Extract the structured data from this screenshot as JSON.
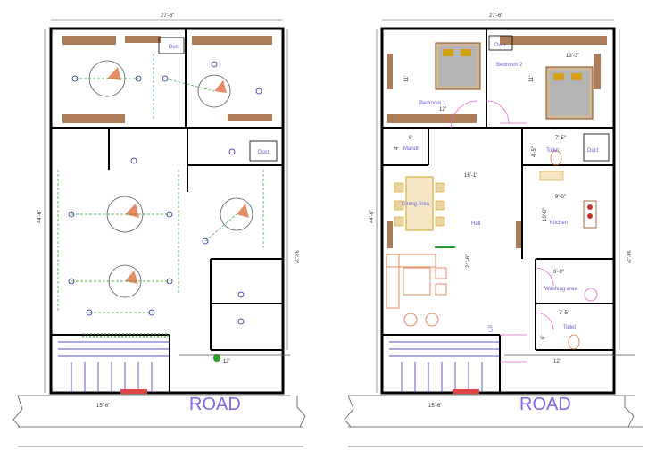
{
  "left_plan": {
    "top_width": "27'-6\"",
    "side_length": "44'-6\"",
    "right_length": "38'-2\"",
    "bottom_width": "15'-6\"",
    "setback": "12'",
    "duct_top": "Duct",
    "duct_mid": "Duct",
    "road_label": "ROAD"
  },
  "right_plan": {
    "top_width": "27'-6\"",
    "side_length": "44'-6\"",
    "right_length": "38'-2\"",
    "bottom_width": "15'-6\"",
    "setback": "12'",
    "rooms": {
      "bedroom1": "Bedroom 1",
      "bedroom2": "Bedroom 2",
      "mandir": "Mandir",
      "dining": "Dining Area",
      "hall": "Hall",
      "kitchen": "Kitchen",
      "toilet1": "Toilet",
      "toilet2": "Toilet",
      "washing": "Washing area",
      "duct1": "Duct",
      "duct2": "Duct",
      "up": "UP"
    },
    "dims": {
      "bed1_w": "11'",
      "bed1_h": "12'",
      "bed2_h": "11'",
      "bed2_w": "13'-3\"",
      "mandir_w": "6'",
      "mandir_h": "4'",
      "hall_w": "16'-1\"",
      "hall_h": "21'-6\"",
      "kitchen_w": "9'-6\"",
      "kitchen_h": "10'-6\"",
      "toilet_w": "7'-5\"",
      "toilet_h": "4'-5\"",
      "wash": "6'-9\"",
      "toilet2": "7'-5\"",
      "toilet2_h": "6'"
    },
    "road_label": "ROAD"
  }
}
